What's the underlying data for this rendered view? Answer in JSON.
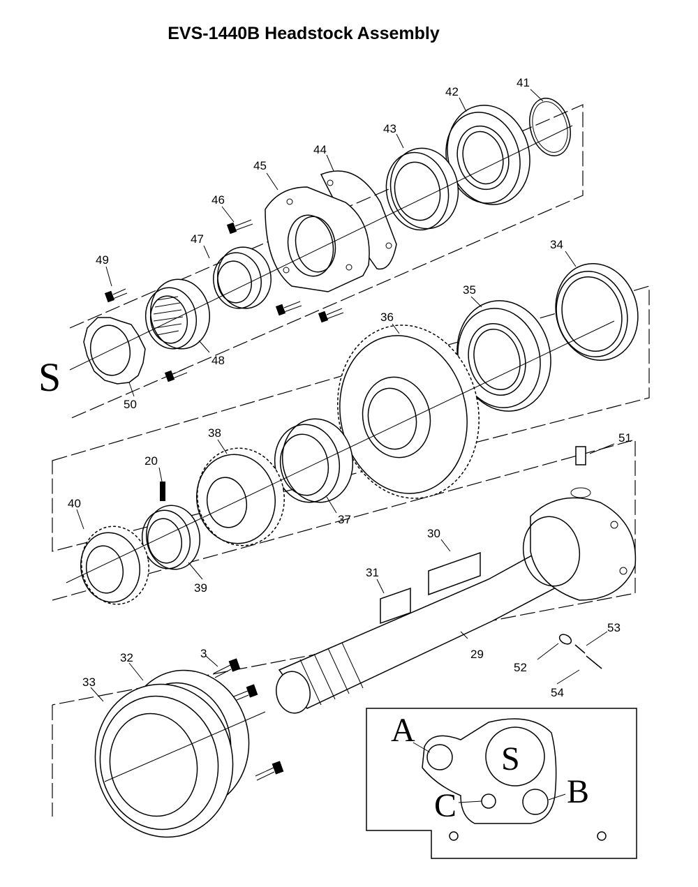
{
  "title": "EVS-1440B Headstock Assembly",
  "part_labels": [
    "41",
    "42",
    "43",
    "44",
    "45",
    "46",
    "47",
    "48",
    "49",
    "50",
    "34",
    "35",
    "36",
    "37",
    "38",
    "20",
    "40",
    "39",
    "51",
    "30",
    "31",
    "29",
    "53",
    "52",
    "54",
    "3",
    "32",
    "33"
  ],
  "inset_labels": {
    "a": "A",
    "b": "B",
    "c": "C",
    "s": "S"
  },
  "side_label": "S"
}
